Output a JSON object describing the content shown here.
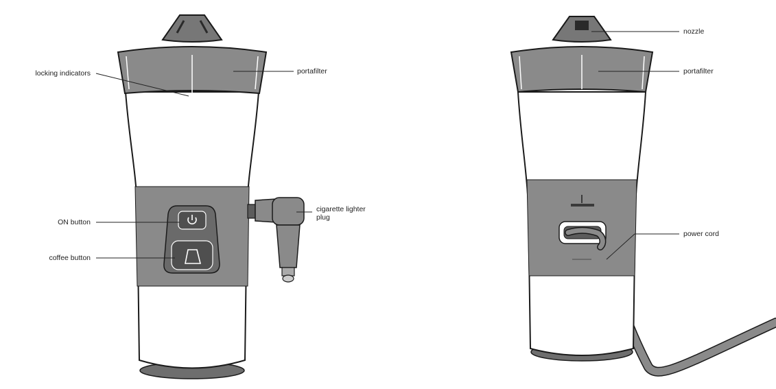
{
  "colors": {
    "body_gray": "#8a8a8a",
    "dark_gray": "#5c5c5c",
    "button_dark": "#4f4f4f",
    "outline": "#1a1a1a",
    "background": "#ffffff"
  },
  "front_view": {
    "labels": {
      "locking_indicators": "locking indicators",
      "portafilter": "portafilter",
      "on_button": "ON button",
      "coffee_button": "coffee button",
      "cigarette_lighter_plug_line1": "cigarette lighter",
      "cigarette_lighter_plug_line2": "plug"
    },
    "icons": {
      "on_button": "power-icon",
      "coffee_button": "cup-icon"
    }
  },
  "back_view": {
    "labels": {
      "nozzle": "nozzle",
      "portafilter": "portafilter",
      "power_cord": "power cord"
    }
  }
}
